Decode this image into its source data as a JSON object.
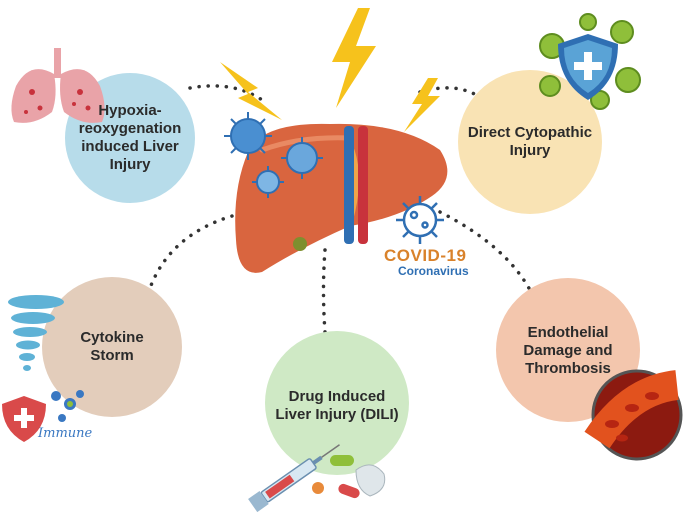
{
  "center": {
    "title": "COVID-19",
    "subtitle": "Coronavirus"
  },
  "bubbles": [
    {
      "id": "hypoxia",
      "label": "Hypoxia-\nreoxygenation\ninduced Liver\nInjury",
      "color": "#b7dcea"
    },
    {
      "id": "cytopathic",
      "label": "Direct Cytopathic\nInjury",
      "color": "#f9e3b4"
    },
    {
      "id": "cytokine",
      "label": "Cytokine\nStorm",
      "color": "#e3cdbb"
    },
    {
      "id": "dili",
      "label": "Drug Induced\nLiver Injury (DILI)",
      "color": "#cfe9c5"
    },
    {
      "id": "endothelial",
      "label": "Endothelial\nDamage and\nThrombosis",
      "color": "#f3c6ad"
    }
  ],
  "immune_label": "Immune",
  "colors": {
    "liver": "#d9653f",
    "lightning": "#f6c21c",
    "virus": "#3a78c2",
    "dots": "#333333"
  }
}
